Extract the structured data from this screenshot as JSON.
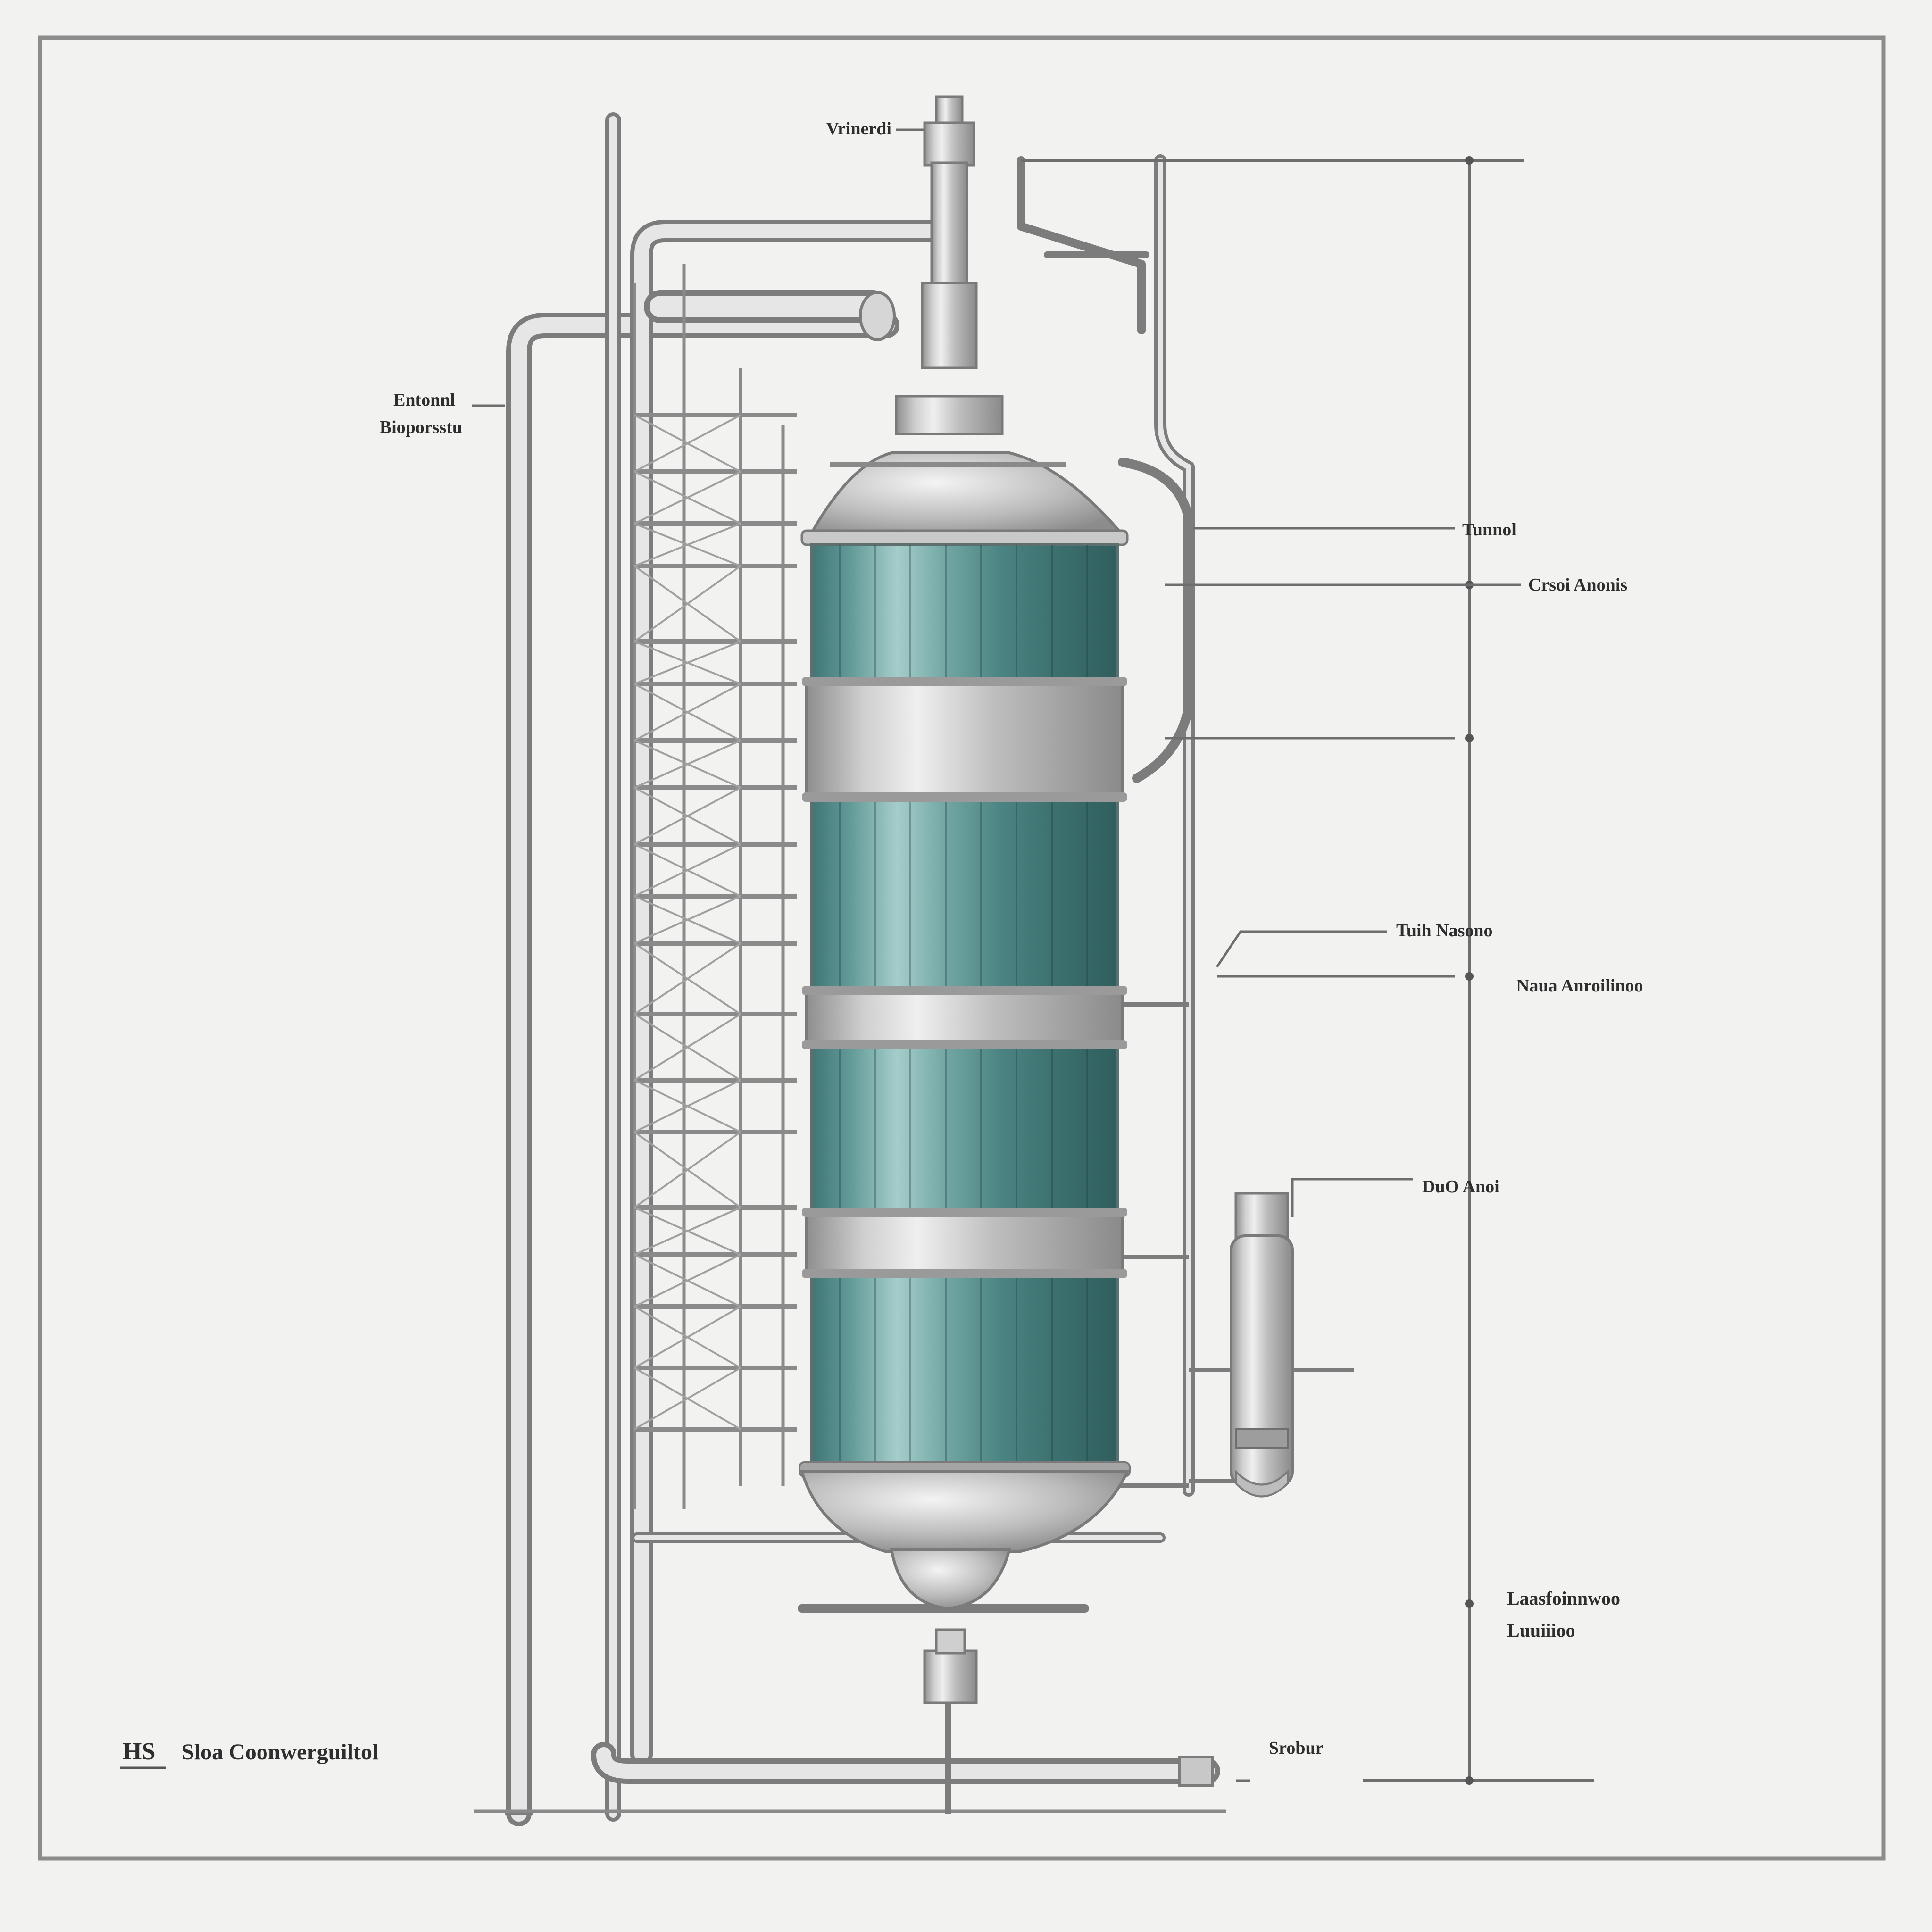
{
  "labels": {
    "top_vent": "Vrinerdi",
    "upper_left_line1": "Entonnl",
    "upper_left_line2": "Bioporsstu",
    "right_1": "Tunnol",
    "right_2": "Crsoi Anonis",
    "right_3": "Tuih Nasono",
    "right_4": "Naua Anroilinoo",
    "right_5": "DuO Anoi",
    "right_6_line1": "Laasfoinnwoo",
    "right_6_line2": "Luuiiioo",
    "bottom_right": "Srobur",
    "title_code": "HS",
    "title_text": "Sloa Coonwerguiltol"
  },
  "colors": {
    "background": "#f2f2f0",
    "vessel_glass": "#4f8a89",
    "vessel_glass_light": "#a9cfcc",
    "steel": "#b5b5b5",
    "frame_line": "#7a7a7a",
    "label_text": "#2e2e2e"
  }
}
